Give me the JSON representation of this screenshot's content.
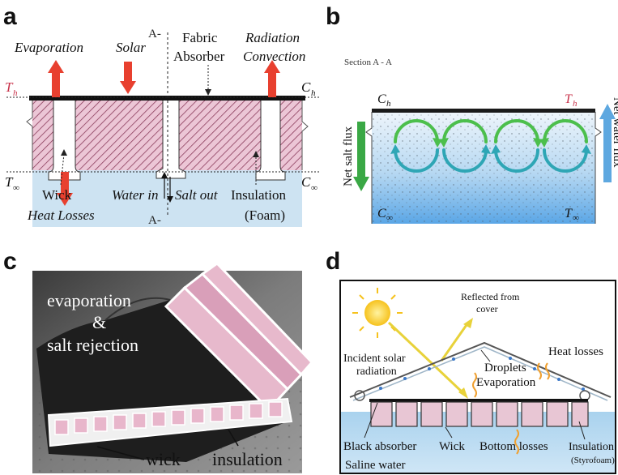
{
  "panels": [
    {
      "id": "a",
      "label": "a"
    },
    {
      "id": "b",
      "label": "b"
    },
    {
      "id": "c",
      "label": "c"
    },
    {
      "id": "d",
      "label": "d"
    }
  ],
  "panel_a": {
    "evaporation": "Evaporation",
    "solar": "Solar",
    "fabric": "Fabric",
    "absorber": "Absorber",
    "radiation": "Radiation",
    "convection": "Convection",
    "section_top": "A-",
    "section_bottom": "A-",
    "t_h": "T",
    "t_h_sub": "h",
    "c_h": "C",
    "c_h_sub": "h",
    "t_inf": "T",
    "t_inf_sub": "∞",
    "c_inf": "C",
    "c_inf_sub": "∞",
    "wick": "Wick",
    "heat_losses": "Heat Losses",
    "water_in": "Water in",
    "salt_out": "Salt out",
    "insulation": "Insulation",
    "foam": "(Foam)",
    "colors": {
      "insulation_fill": "#ecc6d6",
      "water": "#cde3f2",
      "arrow": "#e8402f"
    }
  },
  "panel_b": {
    "section_label": "Section A - A",
    "c_h": "C",
    "c_h_sub": "h",
    "t_h": "T",
    "t_h_sub": "h",
    "c_inf": "C",
    "c_inf_sub": "∞",
    "t_inf": "T",
    "t_inf_sub": "∞",
    "net_salt_flux": "Net salt flux",
    "net_water_flux": "Net water flux",
    "colors": {
      "salt_arrow": "#3aa845",
      "water_arrow": "#5ea8e0",
      "vortex_green": "#4cbf4c",
      "vortex_teal": "#2ea6b5"
    }
  },
  "panel_c": {
    "caption_line1": "evaporation",
    "caption_line2": "&",
    "caption_line3": "salt rejection",
    "wick": "wick",
    "insulation": "insulation"
  },
  "panel_d": {
    "reflected_line1": "Reflected from",
    "reflected_line2": "cover",
    "incident_line1": "Incident solar",
    "incident_line2": "radiation",
    "heat_losses": "Heat losses",
    "droplets": "Droplets",
    "evaporation": "Evaporation",
    "black_absorber": "Black absorber",
    "wick": "Wick",
    "bottom_losses": "Bottom losses",
    "insulation": "Insulation",
    "styrofoam": "(Styrofoam)",
    "saline_water": "Saline water",
    "colors": {
      "sun": "#f6c21d",
      "ray": "#e8d23a",
      "water": "#a9d2ee",
      "wavy": "#f0a030"
    }
  }
}
